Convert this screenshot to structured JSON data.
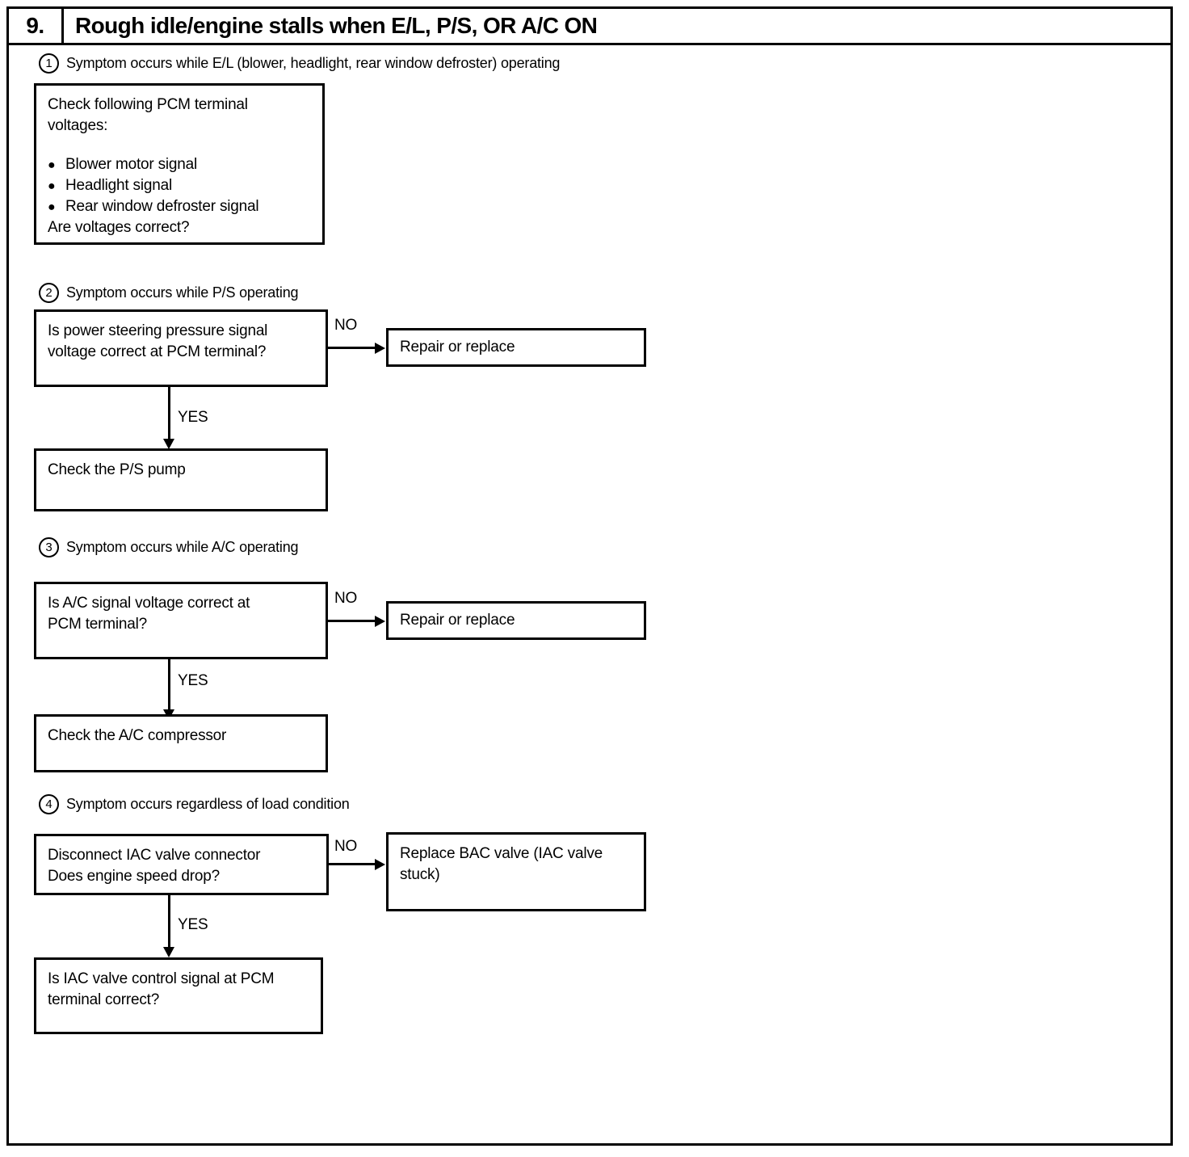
{
  "header": {
    "number": "9.",
    "title": "Rough idle/engine stalls when E/L, P/S, OR A/C ON"
  },
  "sections": [
    {
      "marker": "1",
      "heading": "Symptom occurs while E/L (blower, headlight, rear window defroster) operating",
      "box": {
        "line1": "Check following PCM terminal",
        "line2": "voltages:",
        "bullets": [
          "Blower motor signal",
          "Headlight signal",
          "Rear window defroster signal"
        ],
        "question": "Are voltages correct?",
        "bullet_glyph": "●"
      }
    },
    {
      "marker": "2",
      "heading": "Symptom occurs while P/S operating",
      "decision": {
        "line1": "Is power steering pressure signal",
        "line2": "voltage correct at PCM terminal?"
      },
      "no_label": "NO",
      "no_target": "Repair or replace",
      "yes_label": "YES",
      "yes_target": "Check the P/S pump"
    },
    {
      "marker": "3",
      "heading": "Symptom occurs while A/C operating",
      "decision": {
        "line1": "Is A/C signal voltage correct at",
        "line2": "PCM terminal?"
      },
      "no_label": "NO",
      "no_target": "Repair or replace",
      "yes_label": "YES",
      "yes_target": "Check the A/C compressor"
    },
    {
      "marker": "4",
      "heading": "Symptom occurs regardless of load condition",
      "decision": {
        "line1": "Disconnect IAC valve connector",
        "line2": "Does engine speed drop?"
      },
      "no_label": "NO",
      "no_target_line1": "Replace BAC valve (IAC valve",
      "no_target_line2": "stuck)",
      "yes_label": "YES",
      "yes_target_line1": "Is IAC valve control signal at PCM",
      "yes_target_line2": "terminal correct?"
    }
  ],
  "colors": {
    "ink": "#000000",
    "paper": "#ffffff"
  }
}
